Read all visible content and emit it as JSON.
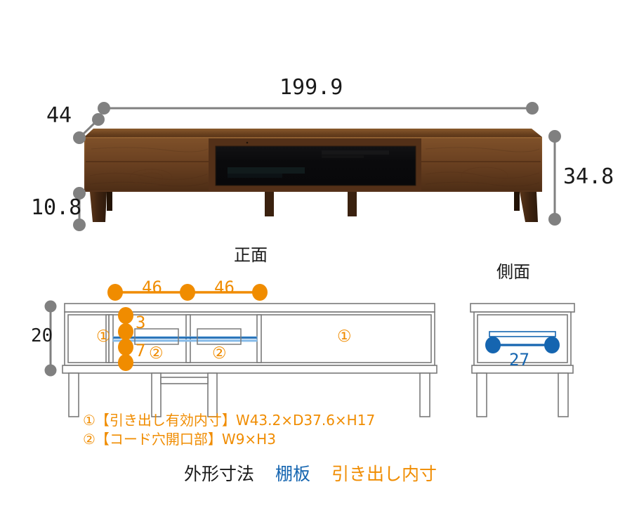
{
  "meta": {
    "title": "TV board dimension drawing",
    "colors": {
      "outer_dim": "#808080",
      "outer_text": "#1a1a1a",
      "shelf_blue": "#1565B0",
      "shelf_blue_light": "#7EB6E8",
      "drawer_orange": "#F08C00",
      "drawing_line": "#7a7a7a",
      "wood_dark": "#4a2a13",
      "wood_mid": "#7b4a22",
      "wood_light": "#9a6534",
      "glass_panel": "#0b0b0d"
    }
  },
  "photo_dims": {
    "width_label": "199.9",
    "depth_label": "44",
    "height_label": "34.8",
    "leg_clearance_label": "10.8"
  },
  "views": {
    "front_title": "正面",
    "side_title": "側面"
  },
  "front_view": {
    "height_label": "20",
    "top_span_left": "46",
    "top_span_right": "46",
    "vertical_upper": "3",
    "vertical_lower": "7",
    "compartment_marks": [
      "①",
      "②",
      "②",
      "①"
    ]
  },
  "side_view": {
    "shelf_depth_label": "27"
  },
  "notes": [
    "①【引き出し有効内寸】W43.2×D37.6×H17",
    "②【コード穴開口部】W9×H3"
  ],
  "legend": [
    {
      "label": "外形寸法",
      "color": "#1a1a1a"
    },
    {
      "label": "棚板",
      "color": "#1565B0"
    },
    {
      "label": "引き出し内寸",
      "color": "#F08C00"
    }
  ]
}
